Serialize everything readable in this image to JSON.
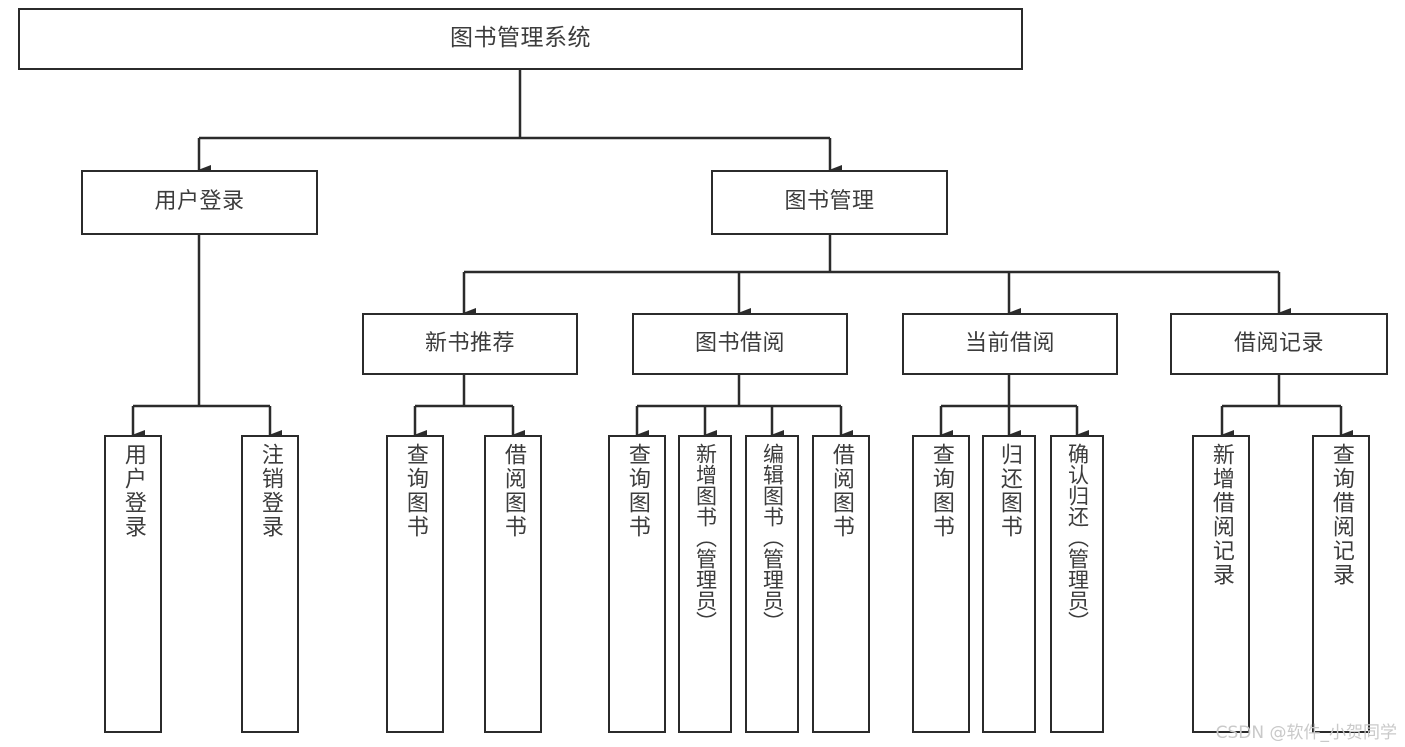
{
  "diagram": {
    "title": "图书管理系统",
    "type": "tree-hierarchy",
    "watermark": "CSDN @软件_小贺同学",
    "colors": {
      "stroke": "#2b2b2b",
      "fill": "#ffffff",
      "text": "#3c3c3c",
      "watermark": "#c9c9c9"
    },
    "nodes": {
      "root": {
        "label": "图书管理系统"
      },
      "level2": [
        {
          "id": "user-login",
          "label": "用户登录"
        },
        {
          "id": "book-manage",
          "label": "图书管理"
        }
      ],
      "level3": [
        {
          "id": "new-book-rec",
          "label": "新书推荐"
        },
        {
          "id": "book-borrow",
          "label": "图书借阅"
        },
        {
          "id": "current-borrow",
          "label": "当前借阅"
        },
        {
          "id": "borrow-record",
          "label": "借阅记录"
        }
      ],
      "leaves": {
        "user-login": [
          {
            "id": "leaf-user-login",
            "label": "用户登录"
          },
          {
            "id": "leaf-user-logout",
            "label": "注销登录"
          }
        ],
        "new-book-rec": [
          {
            "id": "leaf-query-book-1",
            "label": "查询图书"
          },
          {
            "id": "leaf-borrow-book-1",
            "label": "借阅图书"
          }
        ],
        "book-borrow": [
          {
            "id": "leaf-query-book-2",
            "label": "查询图书"
          },
          {
            "id": "leaf-add-book",
            "label": "新增图书（管理员）"
          },
          {
            "id": "leaf-edit-book",
            "label": "编辑图书（管理员）"
          },
          {
            "id": "leaf-borrow-book-2",
            "label": "借阅图书"
          }
        ],
        "current-borrow": [
          {
            "id": "leaf-query-book-3",
            "label": "查询图书"
          },
          {
            "id": "leaf-return-book",
            "label": "归还图书"
          },
          {
            "id": "leaf-confirm-return",
            "label": "确认归还（管理员）"
          }
        ],
        "borrow-record": [
          {
            "id": "leaf-add-record",
            "label": "新增借阅记录"
          },
          {
            "id": "leaf-query-record",
            "label": "查询借阅记录"
          }
        ]
      }
    }
  }
}
